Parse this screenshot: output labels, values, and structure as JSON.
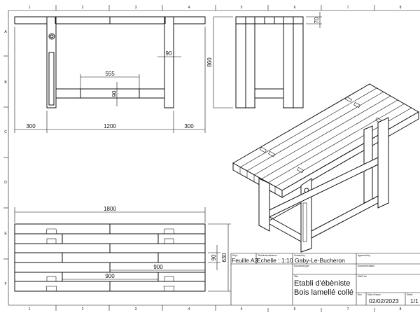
{
  "grid": {
    "columns": [
      "1",
      "2",
      "3",
      "4",
      "5",
      "6",
      "7",
      "8"
    ],
    "rows": [
      "A",
      "B",
      "C",
      "D",
      "E",
      "F"
    ]
  },
  "front_view": {
    "dims": {
      "left_overhang": "300",
      "span": "1200",
      "right_overhang": "300",
      "stretcher_mid": "555",
      "stretcher_h": "90",
      "leg_w": "90"
    }
  },
  "side_view": {
    "dims": {
      "height": "860",
      "top_thickness": "70"
    }
  },
  "top_view": {
    "dims": {
      "length": "1800",
      "width": "630",
      "plank_w": "90",
      "offset_a": "900",
      "offset_b": "900"
    }
  },
  "title_block": {
    "dept_label": "Dept.",
    "dept": "Feuille A3",
    "techref_label": "Technical reference",
    "techref": "Echelle : 1:10",
    "created_label": "Created by",
    "created": "Gaby-Le-Bucheron",
    "approved_label": "Approved by",
    "doctype_label": "Document type",
    "docstatus_label": "Document status",
    "title_label": "Title",
    "title_line1": "Etabli d'ébèniste",
    "title_line2": "Bois lamellé collé",
    "dwg_label": "DWG No.",
    "rev_label": "Rev.",
    "date_label": "Date of issue",
    "date": "02/02/2023",
    "sheet_label": "Sheet",
    "sheet": "1/1"
  }
}
